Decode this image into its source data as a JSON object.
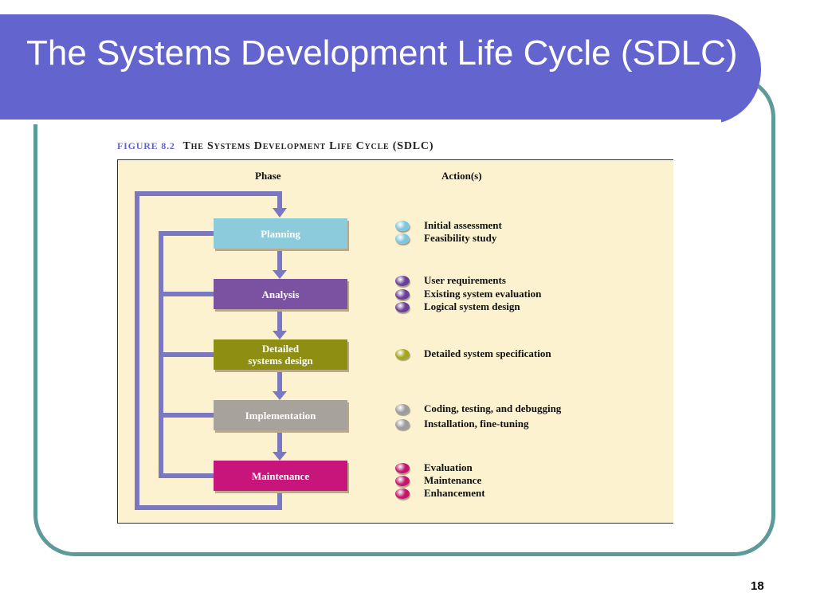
{
  "slide": {
    "title": "The Systems Development Life Cycle (SDLC)",
    "page_number": "18"
  },
  "figure": {
    "number": "FIGURE 8.2",
    "caption": "The Systems Development Life Cycle (SDLC)",
    "column_phase": "Phase",
    "column_actions": "Action(s)",
    "phases": [
      {
        "label": "Planning",
        "color": "#8ccbdc",
        "bullet_color": "#7cc6e0",
        "actions": [
          "Initial assessment",
          "Feasibility study"
        ]
      },
      {
        "label": "Analysis",
        "color": "#7b51a1",
        "bullet_color": "#6a3f96",
        "actions": [
          "User requirements",
          "Existing system evaluation",
          "Logical system design"
        ]
      },
      {
        "label": "Detailed\nsystems design",
        "color": "#8e8f12",
        "bullet_color": "#a5a51c",
        "actions": [
          "Detailed system specification"
        ]
      },
      {
        "label": "Implementation",
        "color": "#a8a29d",
        "bullet_color": "#9c9c9c",
        "actions": [
          "Coding, testing, and debugging",
          "Installation, fine-tuning"
        ]
      },
      {
        "label": "Maintenance",
        "color": "#c8157c",
        "bullet_color": "#c4156e",
        "actions": [
          "Evaluation",
          "Maintenance",
          "Enhancement"
        ]
      }
    ],
    "flow_color": "#7a78c2"
  }
}
